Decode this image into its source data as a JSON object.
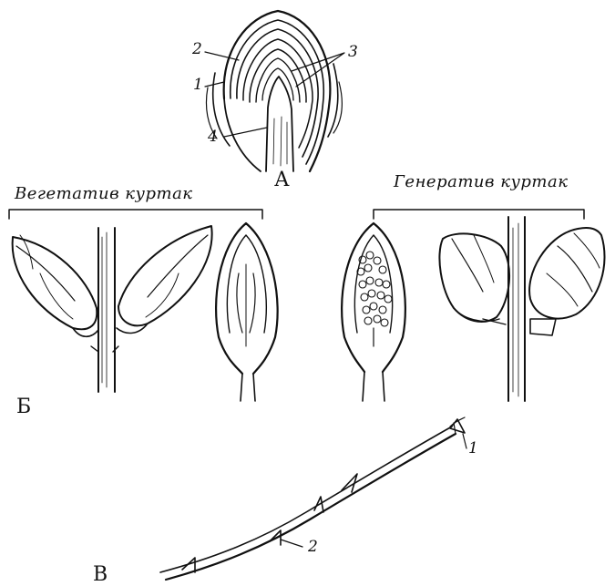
{
  "figure": {
    "A": {
      "label": "А",
      "callouts": [
        "1",
        "2",
        "3",
        "4"
      ]
    },
    "B": {
      "label": "Б",
      "vegetative_caption": "Вегетатив куртак",
      "generative_caption": "Генератив куртак"
    },
    "V": {
      "label": "В",
      "callouts": [
        "1",
        "2"
      ]
    }
  },
  "colors": {
    "ink": "#111111",
    "paper": "#ffffff"
  }
}
